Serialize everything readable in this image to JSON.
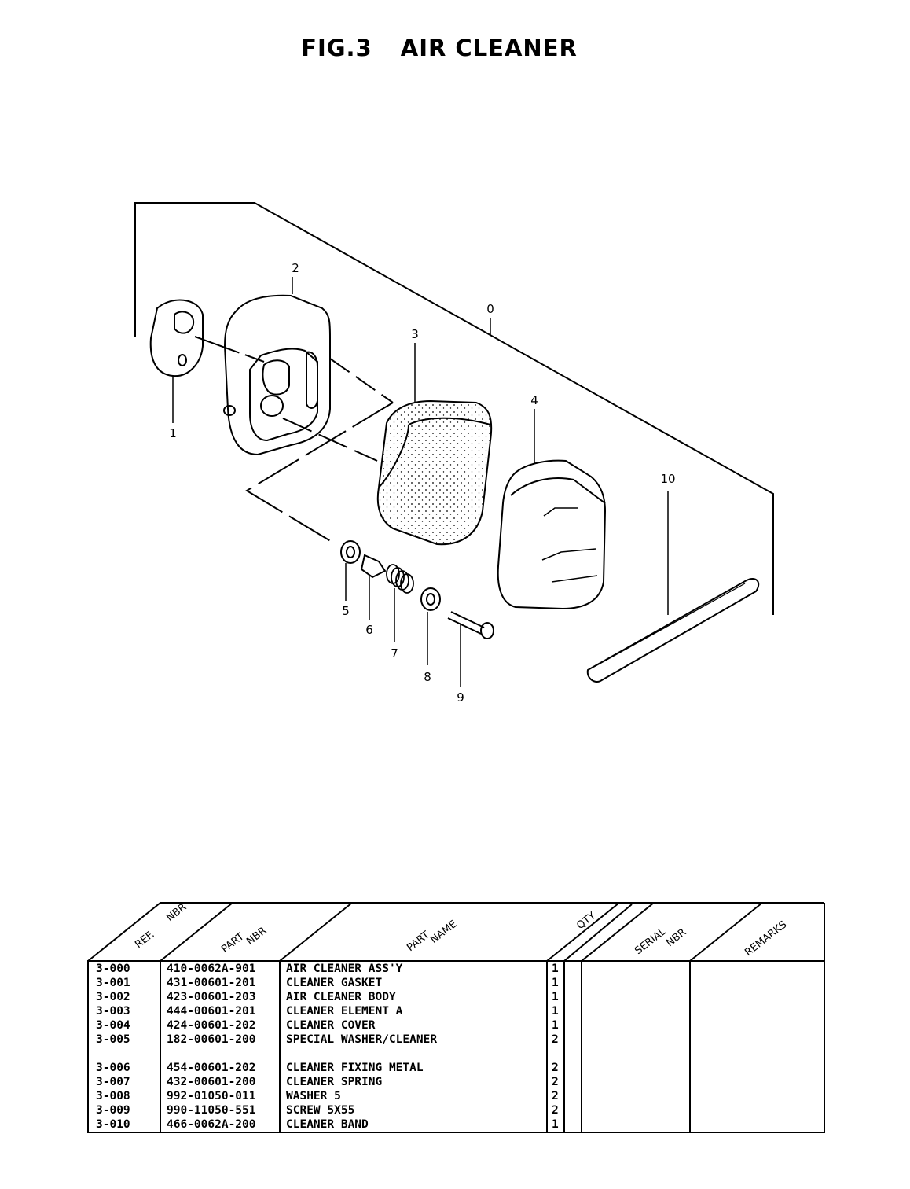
{
  "figure": {
    "number": "FIG.3",
    "title": "AIR CLEANER"
  },
  "callouts": [
    "0",
    "1",
    "2",
    "3",
    "4",
    "5",
    "6",
    "7",
    "8",
    "9",
    "10"
  ],
  "table": {
    "headers": {
      "ref_a": "REF.",
      "ref_b": "NBR",
      "part_nbr_a": "PART",
      "part_nbr_b": "NBR",
      "part_name_a": "PART",
      "part_name_b": "NAME",
      "qty": "QTY",
      "serial_a": "SERIAL",
      "serial_b": "NBR",
      "remarks": "REMARKS"
    },
    "rows": [
      {
        "ref": "3-000",
        "part": "410-0062A-901",
        "name": "AIR CLEANER ASS'Y",
        "qty": "1"
      },
      {
        "ref": "3-001",
        "part": "431-00601-201",
        "name": "CLEANER GASKET",
        "qty": "1"
      },
      {
        "ref": "3-002",
        "part": "423-00601-203",
        "name": "AIR CLEANER BODY",
        "qty": "1"
      },
      {
        "ref": "3-003",
        "part": "444-00601-201",
        "name": "CLEANER ELEMENT A",
        "qty": "1"
      },
      {
        "ref": "3-004",
        "part": "424-00601-202",
        "name": "CLEANER COVER",
        "qty": "1"
      },
      {
        "ref": "3-005",
        "part": "182-00601-200",
        "name": "SPECIAL WASHER/CLEANER",
        "qty": "2"
      },
      {
        "ref": "3-006",
        "part": "454-00601-202",
        "name": "CLEANER FIXING METAL",
        "qty": "2"
      },
      {
        "ref": "3-007",
        "part": "432-00601-200",
        "name": "CLEANER SPRING",
        "qty": "2"
      },
      {
        "ref": "3-008",
        "part": "992-01050-011",
        "name": "WASHER 5",
        "qty": "2"
      },
      {
        "ref": "3-009",
        "part": "990-11050-551",
        "name": "SCREW 5X55",
        "qty": "2"
      },
      {
        "ref": "3-010",
        "part": "466-0062A-200",
        "name": "CLEANER BAND",
        "qty": "1"
      }
    ]
  }
}
